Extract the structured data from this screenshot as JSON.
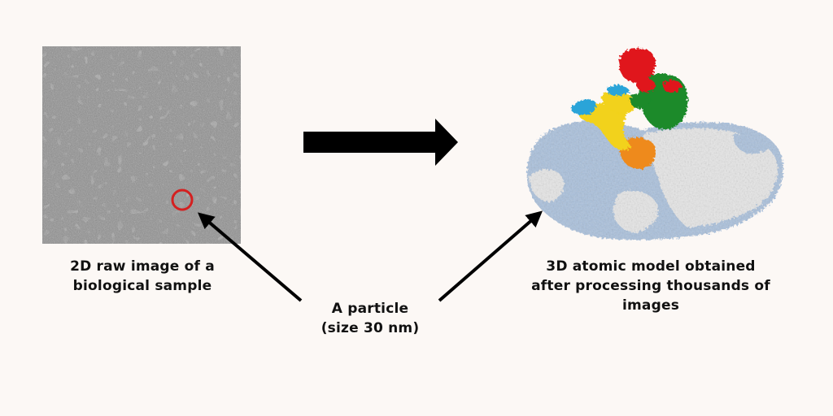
{
  "captions": {
    "raw_image": [
      "2D raw image of a",
      "biological sample"
    ],
    "particle": [
      "A particle",
      "(size 30 nm)"
    ],
    "model": [
      "3D atomic model obtained",
      "after processing thousands of",
      "images"
    ]
  },
  "colors": {
    "background": "#fcf8f5",
    "micrograph": "#8e8e8e",
    "highlight_circle": "#d42020",
    "arrow": "#000000",
    "model_red": "#e0181c",
    "model_green": "#1a8a2a",
    "model_yellow": "#f2d21a",
    "model_cyan": "#2aa4d8",
    "model_orange": "#ee8a1e",
    "model_blue": "#a9c0dc",
    "model_white": "#e6e6e6"
  }
}
